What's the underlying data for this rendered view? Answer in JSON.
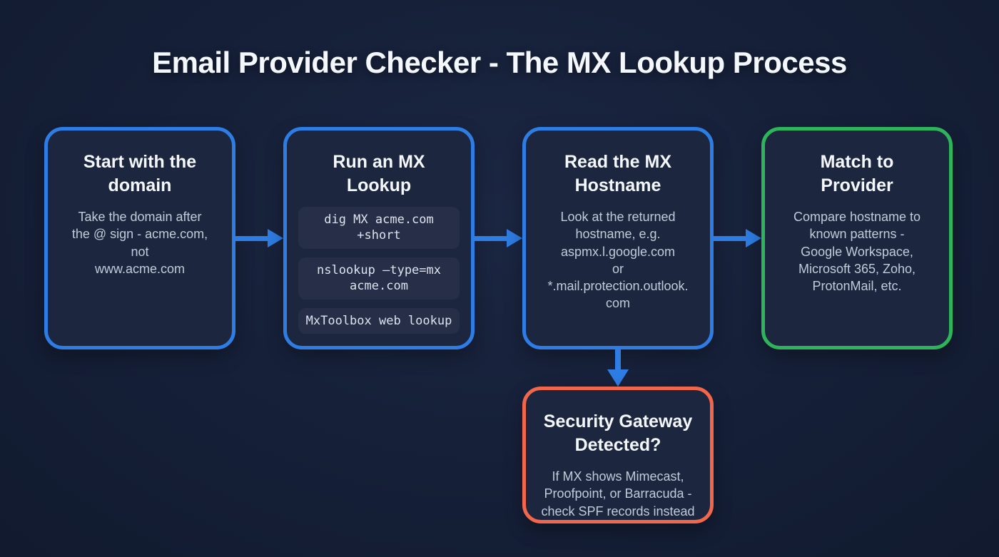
{
  "title": "Email Provider Checker - The MX Lookup Process",
  "colors": {
    "background": "#151F37",
    "node_fill": "#1C263E",
    "accent_blue": "#2E7DE4",
    "accent_green": "#2EB45A",
    "accent_orange": "#F2674B",
    "chip_fill": "#262F47",
    "heading_text": "#F4F7FB",
    "body_text": "#C2CBD9"
  },
  "nodes": [
    {
      "id": "start-with-domain",
      "title": "Start with the\ndomain",
      "body": "Take the domain after\nthe @ sign - acme.com,\nnot\nwww.acme.com",
      "border_color": "#2E7DE4"
    },
    {
      "id": "run-mx-lookup",
      "title": "Run an MX\nLookup",
      "commands": [
        "dig MX acme.com\n+short",
        "nslookup –type=mx\nacme.com",
        "MxToolbox web lookup"
      ],
      "border_color": "#2E7DE4"
    },
    {
      "id": "read-mx-hostname",
      "title": "Read the MX\nHostname",
      "body": "Look at the returned\nhostname, e.g.\naspmx.l.google.com\nor\n*.mail.protection.outlook.\ncom",
      "border_color": "#2E7DE4"
    },
    {
      "id": "match-to-provider",
      "title": "Match to\nProvider",
      "body": "Compare hostname to\nknown patterns -\nGoogle Workspace,\nMicrosoft 365, Zoho,\nProtonMail, etc.",
      "border_color": "#2EB45A"
    },
    {
      "id": "security-gateway-detected",
      "title": "Security Gateway\nDetected?",
      "body": "If MX shows Mimecast,\nProofpoint, or Barracuda -\ncheck SPF records instead",
      "border_color": "#F2674B"
    }
  ]
}
